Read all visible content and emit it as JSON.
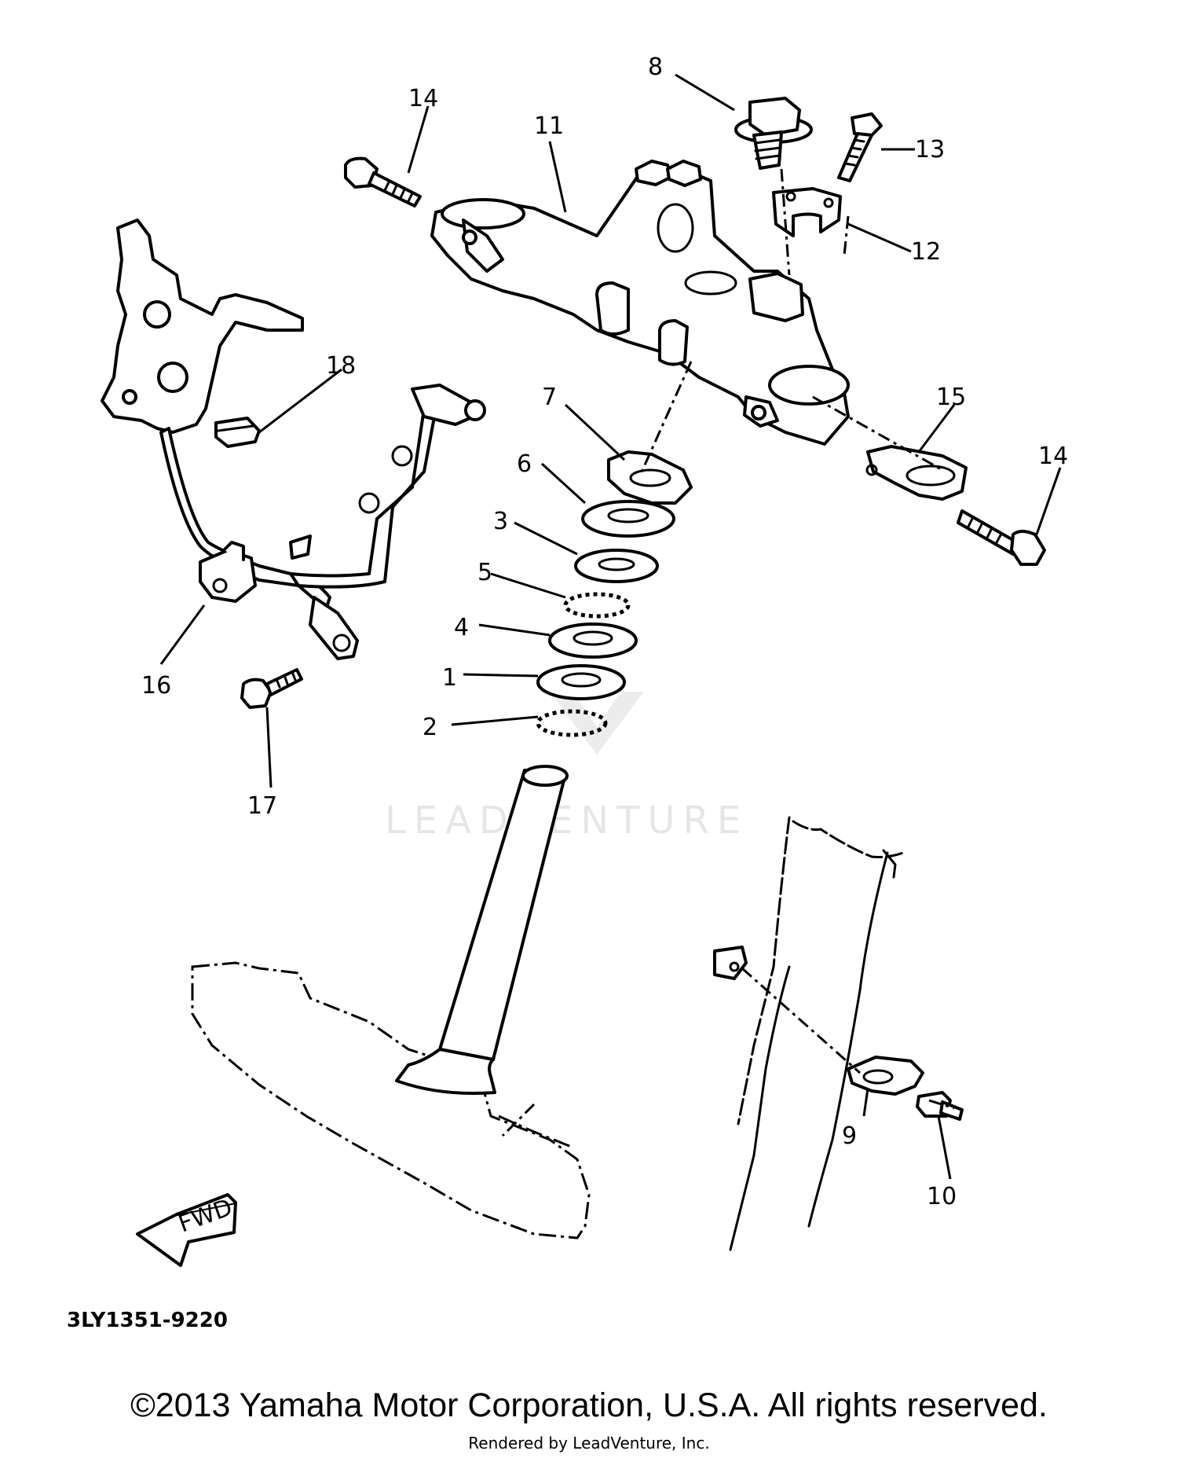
{
  "diagram": {
    "callouts": [
      "1",
      "2",
      "3",
      "4",
      "5",
      "6",
      "7",
      "8",
      "9",
      "10",
      "11",
      "12",
      "13",
      "14",
      "14",
      "15",
      "16",
      "17",
      "18"
    ],
    "fwd_label": "FWD",
    "drawing_code": "3LY1351-9220",
    "watermark": "LEADVENTURE"
  },
  "footer": {
    "copyright": "©2013 Yamaha Motor Corporation, U.S.A. All rights reserved.",
    "rendered_by": "Rendered by LeadVenture, Inc."
  }
}
